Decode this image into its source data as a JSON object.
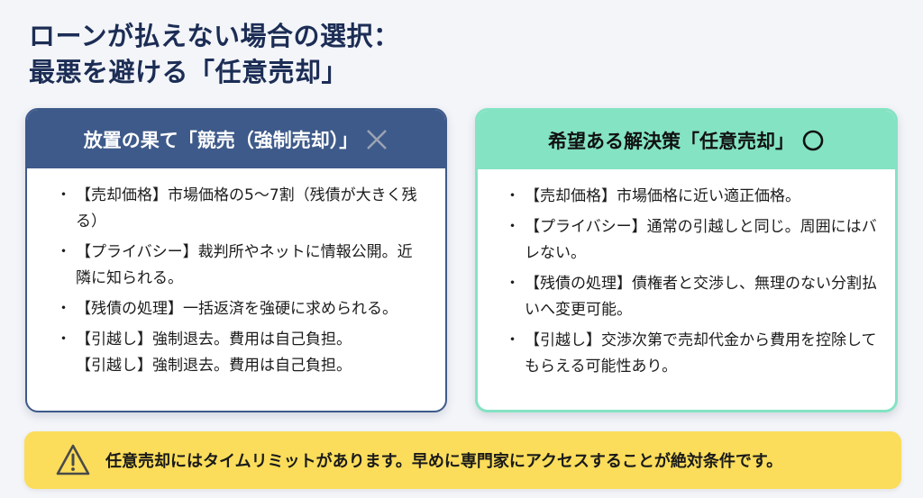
{
  "title": {
    "line1": "ローンが払えない場合の選択：",
    "line2": "最悪を避ける「任意売却」"
  },
  "left_card": {
    "header": "放置の果て「競売（強制売却）」",
    "header_icon": "cross-icon",
    "items": [
      {
        "text": "【売却価格】市場価格の5〜7割（残債が大きく残る）"
      },
      {
        "text": "【プライバシー】裁判所やネットに情報公開。近隣に知られる。"
      },
      {
        "text": "【残債の処理】一括返済を強硬に求められる。"
      },
      {
        "text": "【引越し】強制退去。費用は自己負担。"
      },
      {
        "text": "【引越し】強制退去。費用は自己負担。",
        "no_bullet": true
      }
    ],
    "colors": {
      "header_bg": "#3e5a8a",
      "border": "#3e5a8a"
    }
  },
  "right_card": {
    "header": "希望ある解決策「任意売却」",
    "header_icon": "circle-icon",
    "items": [
      {
        "text": "【売却価格】市場価格に近い適正価格。"
      },
      {
        "text": "【プライバシー】通常の引越しと同じ。周囲にはバレない。"
      },
      {
        "text": "【残債の処理】債権者と交渉し、無理のない分割払いへ変更可能。"
      },
      {
        "text": "【引越し】交渉次第で売却代金から費用を控除してもらえる可能性あり。"
      }
    ],
    "colors": {
      "header_bg": "#84e3c3",
      "border": "#84e3c3"
    }
  },
  "banner": {
    "icon": "warning-icon",
    "text": "任意売却にはタイムリミットがあります。早めに専門家にアクセスすることが絶対条件です。",
    "color": "#fbdd5b"
  },
  "bullet": "・"
}
